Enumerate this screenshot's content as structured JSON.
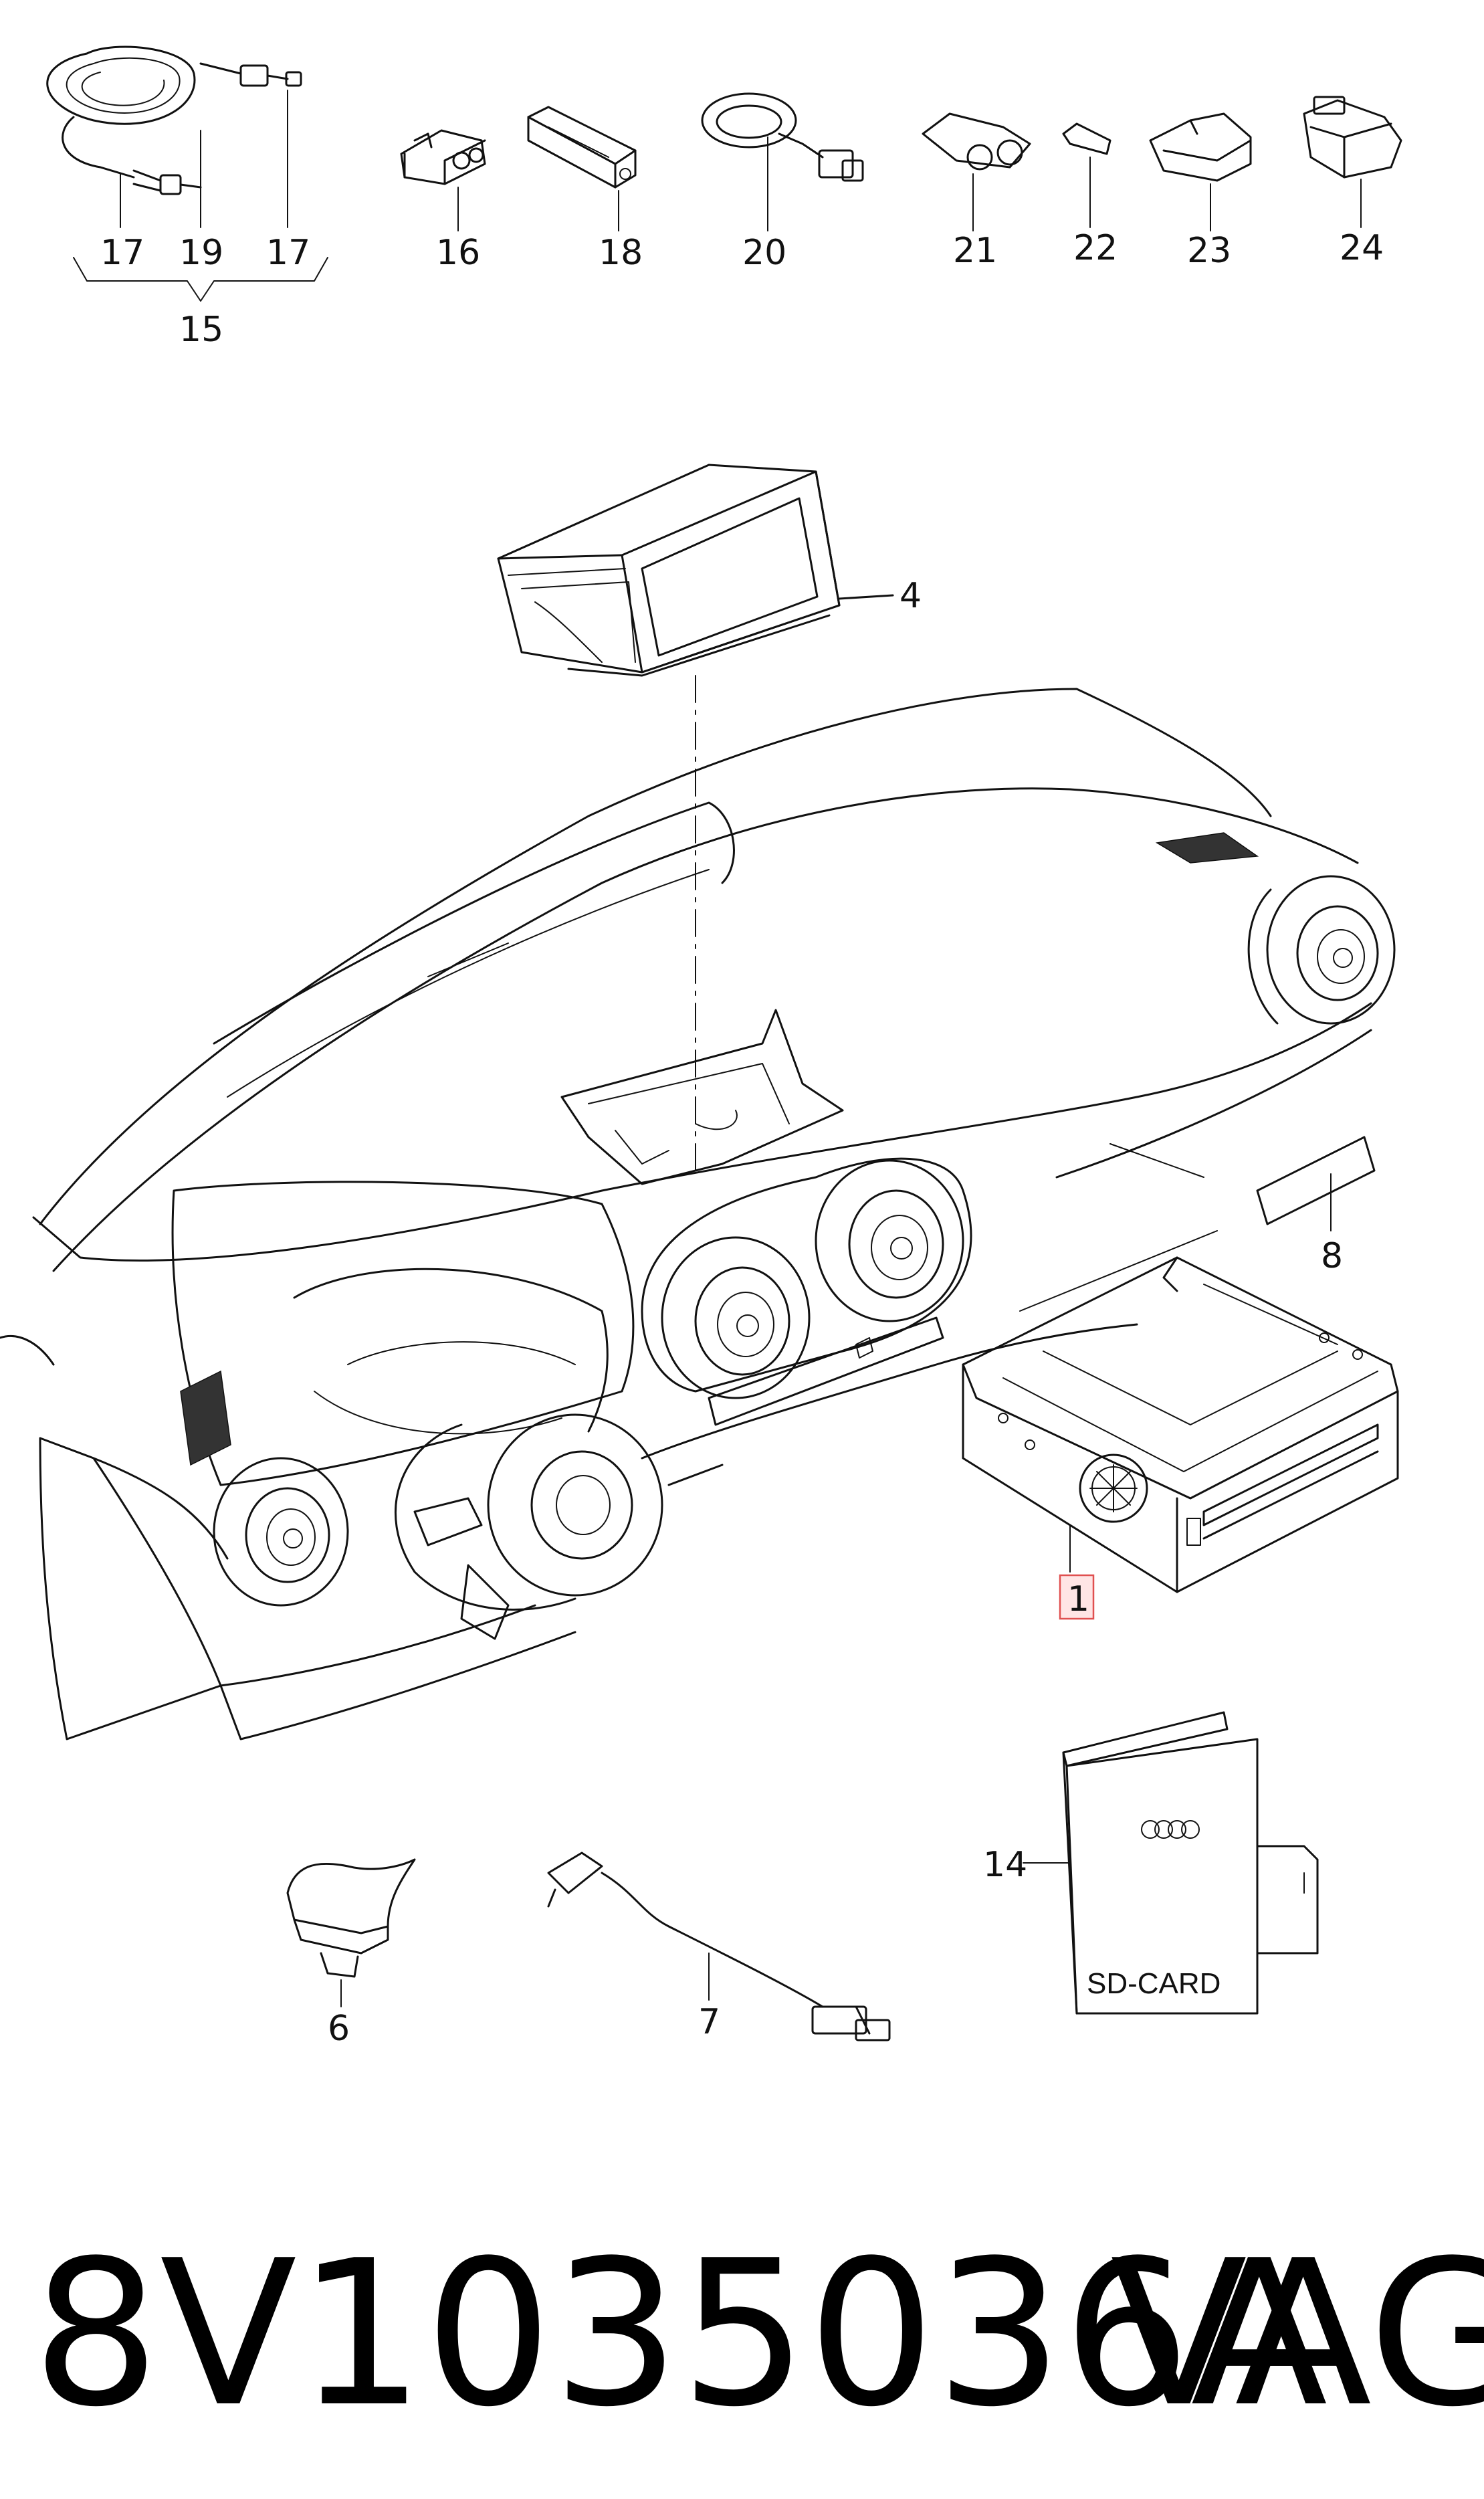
{
  "callouts": {
    "c1": "1",
    "c4": "4",
    "c6": "6",
    "c7": "7",
    "c8": "8",
    "c14": "14",
    "c15": "15",
    "c16": "16",
    "c17a": "17",
    "c17b": "17",
    "c18": "18",
    "c19": "19",
    "c20": "20",
    "c21": "21",
    "c22": "22",
    "c23": "23",
    "c24": "24"
  },
  "manual": {
    "card_label": "SD-CARD"
  },
  "highlight_color": "#e05050",
  "footer": {
    "part_number": "8V1035036A",
    "brand": "VAG"
  }
}
